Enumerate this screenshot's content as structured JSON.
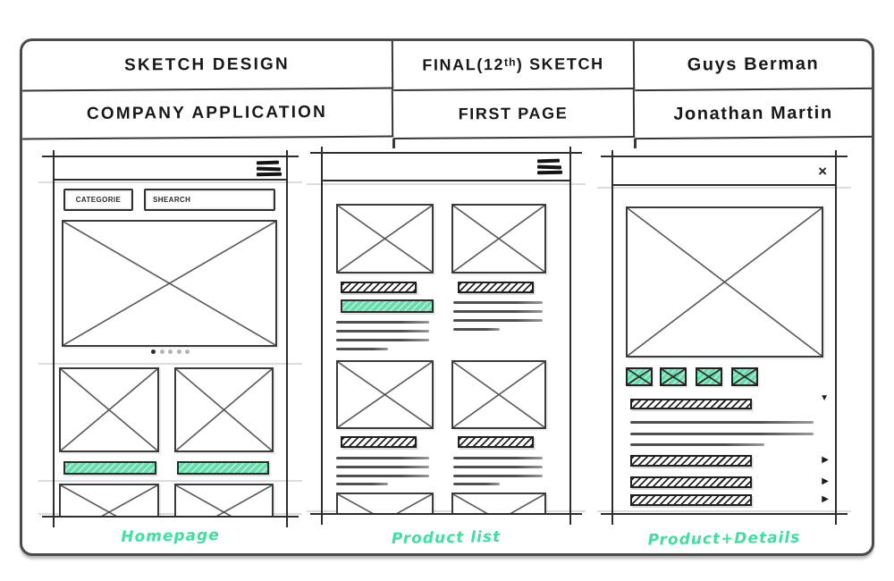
{
  "colors": {
    "ink": "#2f2f2f",
    "mint": "#67dcab",
    "label_green": "#3fdf9f",
    "guide_gray": "#dcdcdc"
  },
  "title_block": {
    "project": {
      "line1": "SKETCH DESIGN",
      "line2": "COMPANY APPLICATION"
    },
    "version": {
      "line1": "FINAL(12ᵗʰ) SKETCH",
      "line2": "FIRST PAGE"
    },
    "authors": {
      "line1": "Guys Berman",
      "line2": "Jonathan Martin"
    }
  },
  "screens": {
    "homepage": {
      "label": "Homepage",
      "category_field": "CATEGORIE",
      "search_field": "SHEARCH",
      "menu_icon": "hamburger",
      "carousel": {
        "dot_count": 5,
        "active_dot": 1
      }
    },
    "product_list": {
      "label": "Product list",
      "menu_icon": "hamburger"
    },
    "product_details": {
      "label": "Product+Details",
      "close_glyph": "×",
      "dropdown_glyph": "▼",
      "item_glyph": "▶",
      "thumbnail_count": 4
    }
  }
}
